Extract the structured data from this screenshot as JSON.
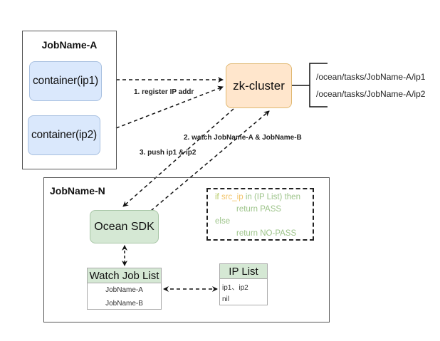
{
  "diagram": {
    "job_a": {
      "title": "JobName-A",
      "containers": [
        "container(ip1)",
        "container(ip2)"
      ]
    },
    "zk": {
      "label": "zk-cluster",
      "paths": [
        "/ocean/tasks/JobName-A/ip1",
        "/ocean/tasks/JobName-A/ip2"
      ]
    },
    "edges": {
      "register": "1. register IP addr",
      "watch": "2. watch JobName-A & JobName-B",
      "push": "3. push ip1 & ip2"
    },
    "job_n": {
      "title": "JobName-N",
      "sdk": "Ocean SDK",
      "code": {
        "line1_if": "if ",
        "line1_var": "src_ip",
        "line1_rest": " in (IP List) then",
        "line2": "return PASS",
        "line3": "else",
        "line4": "return NO-PASS"
      },
      "watch_list": {
        "title": "Watch Job List",
        "items": [
          "JobName-A",
          "JobName-B"
        ]
      },
      "ip_list": {
        "title": "IP List",
        "items": [
          "ip1、ip2",
          "nil"
        ]
      }
    },
    "colors": {
      "blue_fill": "#dae8fc",
      "orange_fill": "#ffe6cc",
      "green_fill": "#d5e8d4",
      "code_text": "#9dc48a",
      "code_var": "#f2c46a"
    }
  }
}
